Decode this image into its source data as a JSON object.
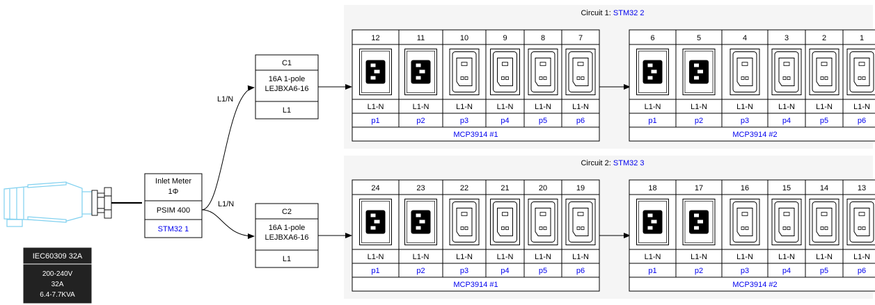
{
  "colors": {
    "link": "#0000ee",
    "panel_bg": "#f5f5f5",
    "plug_blue": "#7fd0ef",
    "spec_bg": "#222222"
  },
  "plug": {
    "icon": "iec60309-plug-icon"
  },
  "spec": {
    "standard": "IEC60309 32A",
    "voltage": "200-240V",
    "current": "32A",
    "power": "6.4-7.7KVA"
  },
  "inlet": {
    "title": "Inlet Meter",
    "phase": "1Φ",
    "model": "PSIM 400",
    "controller": "STM32 1"
  },
  "edges": {
    "to_c1": "L1/N",
    "to_c2": "L1/N"
  },
  "breakers": [
    {
      "name": "C1",
      "rating": "16A 1-pole",
      "model": "LEJBXA6-16",
      "line": "L1"
    },
    {
      "name": "C2",
      "rating": "16A 1-pole",
      "model": "LEJBXA6-16",
      "line": "L1"
    }
  ],
  "circuits": [
    {
      "label": "Circuit 1: ",
      "controller": "STM32 2",
      "groups": [
        {
          "meter": "MCP3914 #1",
          "outlets": [
            {
              "num": "12",
              "type": "C19",
              "line": "L1-N",
              "port": "p1"
            },
            {
              "num": "11",
              "type": "C19",
              "line": "L1-N",
              "port": "p2"
            },
            {
              "num": "10",
              "type": "C13",
              "line": "L1-N",
              "port": "p3"
            },
            {
              "num": "9",
              "type": "C13",
              "line": "L1-N",
              "port": "p4"
            },
            {
              "num": "8",
              "type": "C13",
              "line": "L1-N",
              "port": "p5"
            },
            {
              "num": "7",
              "type": "C13",
              "line": "L1-N",
              "port": "p6"
            }
          ]
        },
        {
          "meter": "MCP3914 #2",
          "outlets": [
            {
              "num": "6",
              "type": "C19",
              "line": "L1-N",
              "port": "p1"
            },
            {
              "num": "5",
              "type": "C19",
              "line": "L1-N",
              "port": "p2"
            },
            {
              "num": "4",
              "type": "C13",
              "line": "L1-N",
              "port": "p3"
            },
            {
              "num": "3",
              "type": "C13",
              "line": "L1-N",
              "port": "p4"
            },
            {
              "num": "2",
              "type": "C13",
              "line": "L1-N",
              "port": "p5"
            },
            {
              "num": "1",
              "type": "C13",
              "line": "L1-N",
              "port": "p6"
            }
          ]
        }
      ]
    },
    {
      "label": "Circuit 2: ",
      "controller": "STM32 3",
      "groups": [
        {
          "meter": "MCP3914 #1",
          "outlets": [
            {
              "num": "24",
              "type": "C19",
              "line": "L1-N",
              "port": "p1"
            },
            {
              "num": "23",
              "type": "C19",
              "line": "L1-N",
              "port": "p2"
            },
            {
              "num": "22",
              "type": "C13",
              "line": "L1-N",
              "port": "p3"
            },
            {
              "num": "21",
              "type": "C13",
              "line": "L1-N",
              "port": "p4"
            },
            {
              "num": "20",
              "type": "C13",
              "line": "L1-N",
              "port": "p5"
            },
            {
              "num": "19",
              "type": "C13",
              "line": "L1-N",
              "port": "p6"
            }
          ]
        },
        {
          "meter": "MCP3914 #2",
          "outlets": [
            {
              "num": "18",
              "type": "C19",
              "line": "L1-N",
              "port": "p1"
            },
            {
              "num": "17",
              "type": "C19",
              "line": "L1-N",
              "port": "p2"
            },
            {
              "num": "16",
              "type": "C13",
              "line": "L1-N",
              "port": "p3"
            },
            {
              "num": "15",
              "type": "C13",
              "line": "L1-N",
              "port": "p4"
            },
            {
              "num": "14",
              "type": "C13",
              "line": "L1-N",
              "port": "p5"
            },
            {
              "num": "13",
              "type": "C13",
              "line": "L1-N",
              "port": "p6"
            }
          ]
        }
      ]
    }
  ]
}
